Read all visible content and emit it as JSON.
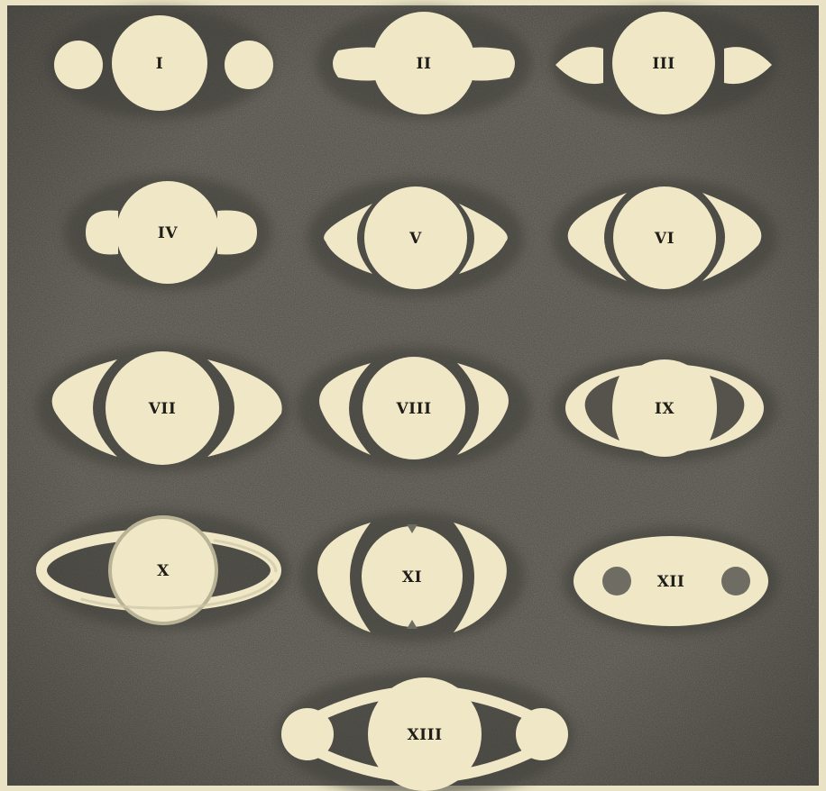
{
  "image": {
    "colors": {
      "paper": "#efe7c6",
      "background": "#6f6c63",
      "background_dark": "#4a4843",
      "shadow": "#55534c",
      "ink": "#1f1d18"
    },
    "figures": [
      {
        "numeral": "I",
        "form": "disk-with-two-separate-round-lobes"
      },
      {
        "numeral": "II",
        "form": "disk-with-attached-ear-lobes"
      },
      {
        "numeral": "III",
        "form": "disk-with-two-pointed-lobes"
      },
      {
        "numeral": "IV",
        "form": "disk-with-two-half-round-lobes"
      },
      {
        "numeral": "V",
        "form": "disk-with-crescent-arms"
      },
      {
        "numeral": "VI",
        "form": "disk-with-crescent-arms"
      },
      {
        "numeral": "VII",
        "form": "disk-with-wide-crescent-arms"
      },
      {
        "numeral": "VIII",
        "form": "disk-with-crescent-arms"
      },
      {
        "numeral": "IX",
        "form": "disk-within-ellipse"
      },
      {
        "numeral": "X",
        "form": "disk-with-thin-ring"
      },
      {
        "numeral": "XI",
        "form": "notched-disk-with-crescent-arms"
      },
      {
        "numeral": "XII",
        "form": "ellipse-with-two-holes"
      },
      {
        "numeral": "XIII",
        "form": "disk-with-two-balls-on-arms"
      }
    ]
  }
}
